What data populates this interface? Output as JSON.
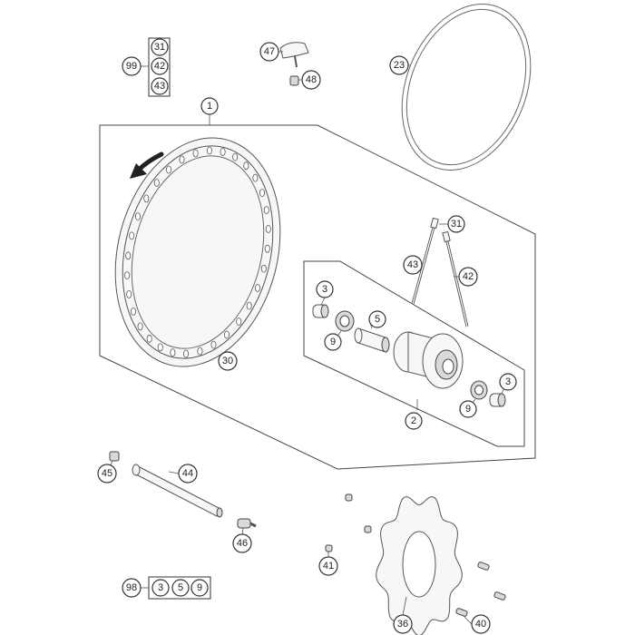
{
  "callouts": {
    "c1": "1",
    "c2": "2",
    "c3a": "3",
    "c3b": "3",
    "c5": "5",
    "c9a": "9",
    "c9b": "9",
    "c23": "23",
    "c30": "30",
    "c31a": "31",
    "c31b": "31",
    "c36": "36",
    "c40": "40",
    "c41": "41",
    "c42a": "42",
    "c42b": "42",
    "c43a": "43",
    "c43b": "43",
    "c44": "44",
    "c45": "45",
    "c46": "46",
    "c47": "47",
    "c48": "48",
    "c98": "98",
    "c99": "99",
    "k98_3": "3",
    "k98_5": "5",
    "k98_9": "9"
  },
  "icons": {
    "rotation_arrow": "rotation-direction-arrow-icon"
  },
  "colors": {
    "line": "#444444",
    "background": "#ffffff"
  }
}
